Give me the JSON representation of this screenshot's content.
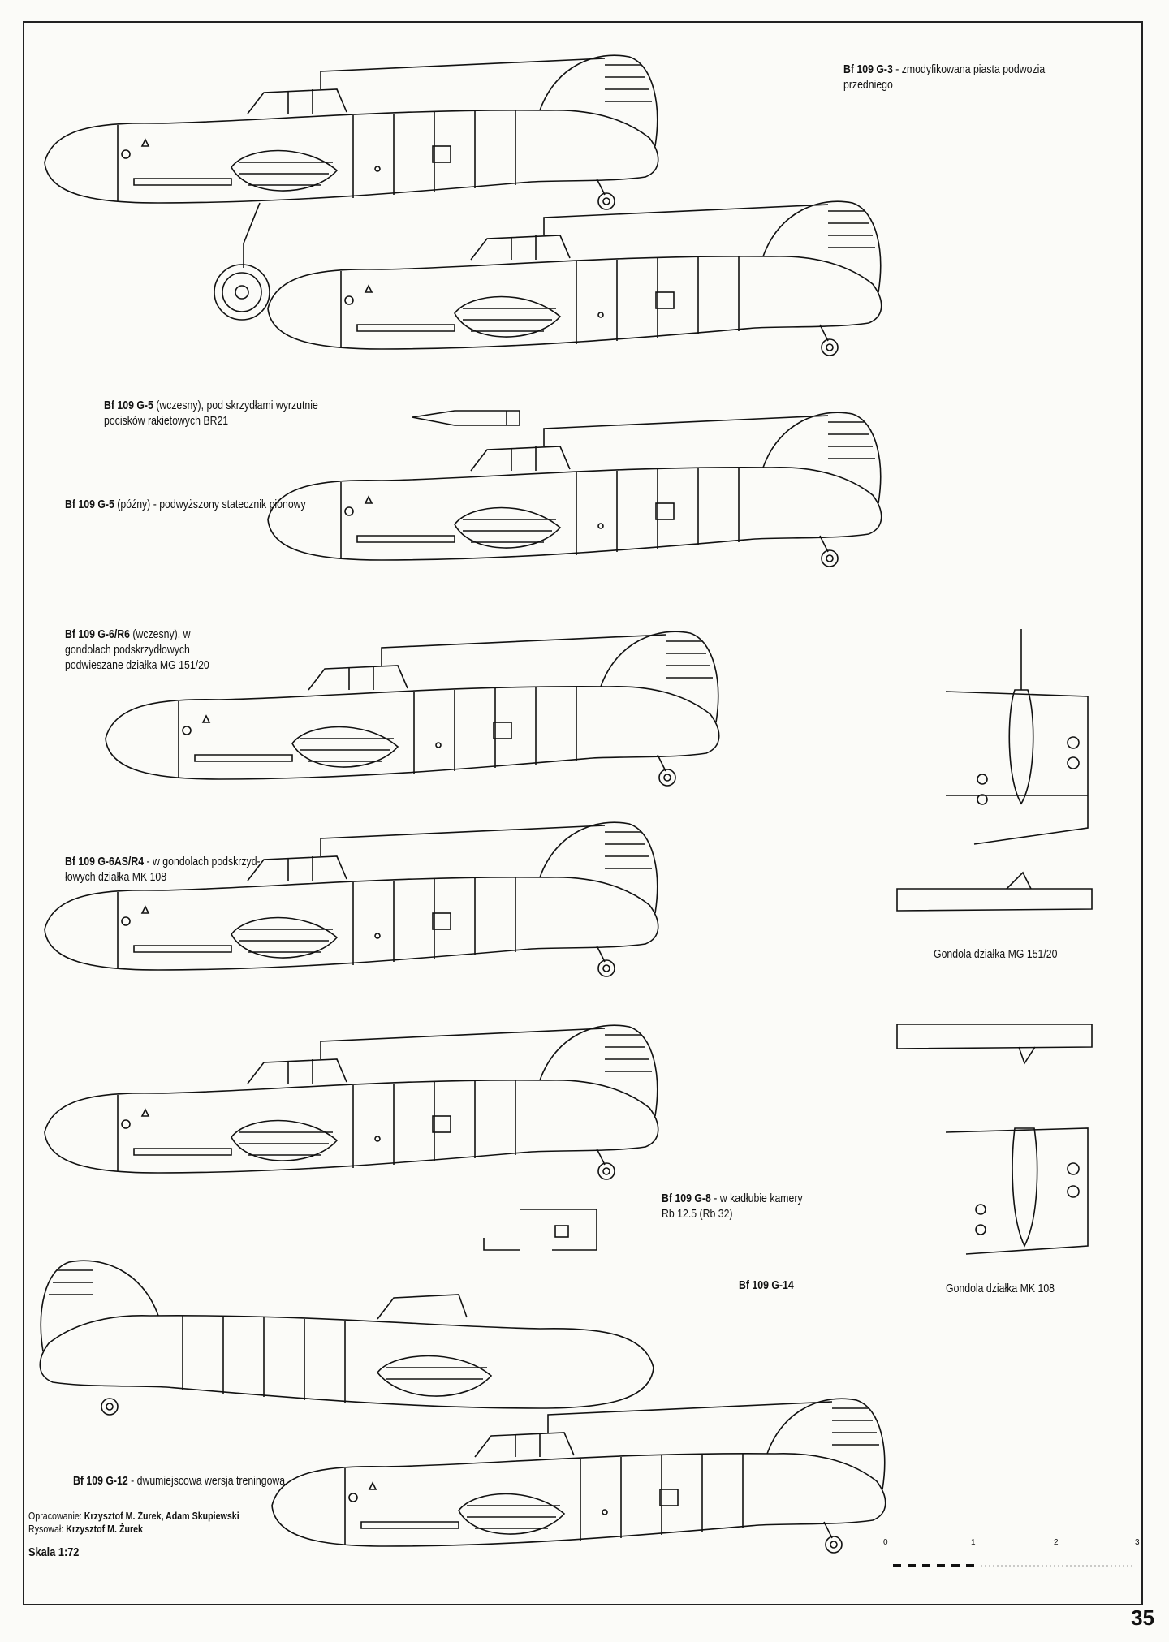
{
  "captions": {
    "g3_model": "Bf 109 G-3",
    "g3_desc": " - zmodyfikowana piasta podwozia",
    "g3_desc2": "przedniego",
    "g5e_model": "Bf 109 G-5",
    "g5e_desc": " (wczesny), pod skrzydłami wyrzutnie",
    "g5e_desc2": "pocisków rakietowych BR21",
    "g5l_model": "Bf 109 G-5",
    "g5l_desc": " (późny) - podwyższony statecznik pionowy",
    "g6r6_model": "Bf 109 G-6/R6",
    "g6r6_desc": " (wczesny), w",
    "g6r6_desc2": "gondolach podskrzydłowych",
    "g6r6_desc3": "podwieszane działka MG 151/20",
    "g6as_model": "Bf 109 G-6AS/R4",
    "g6as_desc": " - w gondolach podskrzyd-",
    "g6as_desc2": "łowych działka MK 108",
    "gondola_mg": "Gondola działka MG 151/20",
    "g8_model": "Bf 109 G-8",
    "g8_desc": " - w kadłubie kamery",
    "g8_desc2": "Rb 12.5 (Rb 32)",
    "g14_model": "Bf 109 G-14",
    "gondola_mk": "Gondola działka MK 108",
    "g12_model": "Bf 109 G-12",
    "g12_desc": " - dwumiejscowa wersja treningowa"
  },
  "credits": {
    "line1_label": "Opracowanie: ",
    "line1_names": "Krzysztof M. Żurek, Adam Skupiewski",
    "line2_label": "Rysował: ",
    "line2_names": "Krzysztof M. Żurek"
  },
  "scale": {
    "label": "Skala 1:72",
    "ticks": [
      "0",
      "1",
      "2",
      "3"
    ]
  },
  "page_number": "35"
}
